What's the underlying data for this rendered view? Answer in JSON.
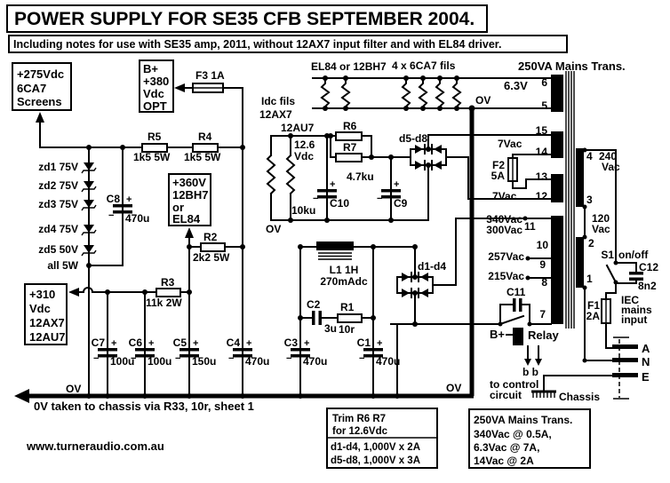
{
  "title": "POWER SUPPLY FOR SE35 CFB SEPTEMBER 2004.",
  "subtitle": "Including notes for use with SE35 amp, 2011, without 12AX7 input filter and with EL84 driver.",
  "boxes": {
    "screens": [
      "+275Vdc",
      "6CA7",
      "Screens"
    ],
    "opt": [
      "B+",
      "+380",
      "Vdc",
      "OPT"
    ],
    "driver": [
      "+360V",
      "12BH7",
      "or",
      "EL84"
    ],
    "preamp": [
      "+310",
      "Vdc",
      "12AX7",
      "12AU7"
    ]
  },
  "components": {
    "f3": "F3 1A",
    "r5": "R5",
    "r5_val": "1k5 5W",
    "r4": "R4",
    "r4_val": "1k5 5W",
    "r2": "R2",
    "r2_val": "2k2 5W",
    "r3": "R3",
    "r3_val": "11k 2W",
    "r1": "R1",
    "r1_val": "10r",
    "r6": "R6",
    "r7": "R7",
    "r67_val": "4.7ku",
    "bleeder": "10ku",
    "l1": "L1 1H",
    "l1_val": "270mAdc",
    "c8": "C8",
    "c8_val": "470u",
    "c7": "C7",
    "c7_val": "100u",
    "c6": "C6",
    "c6_val": "100u",
    "c5": "C5",
    "c5_val": "150u",
    "c4": "C4",
    "c4_val": "470u",
    "c3": "C3",
    "c3_val": "470u",
    "c1": "C1",
    "c1_val": "470u",
    "c2": "C2",
    "c2_val": "3u",
    "c9": "C9",
    "c10": "C10",
    "c11": "C11",
    "c12": "C12",
    "c12_val": "8n2",
    "d14": "d1-d4",
    "d58": "d5-d8",
    "plus": "+",
    "minus": "−"
  },
  "zeners": {
    "zd1": "zd1 75V",
    "zd2": "zd2 75V",
    "zd3": "zd3 75V",
    "zd4": "zd4 75V",
    "zd5": "zd5 50V",
    "all": "all 5W"
  },
  "heaters": {
    "el84": "EL84 or 12BH7",
    "six_ca7": "4 x 6CA7 fils",
    "idc": "Idc fils",
    "t1": "12AX7",
    "t2": "12AU7",
    "v1": "12.6",
    "v2": "Vdc",
    "ov": "OV"
  },
  "rails": {
    "ov_top": "OV",
    "ov_left": "OV",
    "ov_right": "OV",
    "ov_note": "0V taken to chassis via R33, 10r, sheet 1"
  },
  "transformer": {
    "title": "250VA Mains Trans.",
    "v63": "6.3V",
    "p6": "6",
    "p5": "5",
    "p15": "15",
    "p14": "14",
    "f2": "F2",
    "f2_val": "5A",
    "v7_1": "7Vac",
    "p13": "13",
    "v7_2": "7Vac",
    "p12": "12",
    "v340": "340Vac",
    "v300": "300Vac",
    "p11": "11",
    "p10": "10",
    "v257": "257Vac",
    "p9": "9",
    "v215": "215Vac",
    "p8": "8",
    "p7": "7",
    "p4": "4",
    "v240_1": "240",
    "v240_2": "Vac",
    "p3": "3",
    "v120_1": "120",
    "v120_2": "Vac",
    "p2": "2",
    "p1": "1"
  },
  "mains": {
    "s1": "S1",
    "onoff": "on/off",
    "f1": "F1",
    "f1_val": "2A",
    "iec1": "IEC",
    "iec2": "mains",
    "iec3": "input",
    "a": "A",
    "n": "N",
    "e": "E",
    "chassis": "Chassis"
  },
  "relay": {
    "bplus": "B+",
    "relay": "Relay",
    "bb": "b b",
    "ctl1": "to control",
    "ctl2": "circuit"
  },
  "notes": {
    "trim": [
      "Trim R6 R7",
      "for 12.6Vdc",
      "d1-d4, 1,000V x 2A",
      "d5-d8, 1,000V x 3A"
    ],
    "trans": [
      "250VA Mains Trans.",
      "340Vac @ 0.5A,",
      "6.3Vac @ 7A,",
      "14Vac @ 2A"
    ]
  },
  "footer": {
    "website": "www.turneraudio.com.au"
  }
}
